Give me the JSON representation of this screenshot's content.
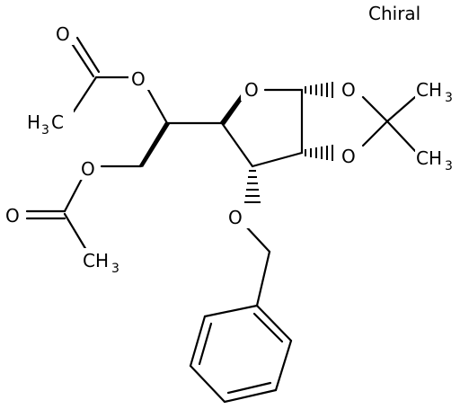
{
  "chiral_label": "Chiral",
  "atoms": {
    "o_acetyl_carbonyl_top": "O",
    "o_acetyl_ester_top": "O",
    "ch3_top": "H",
    "ch3_top_sub": "3",
    "ch3_top_c": "C",
    "o_acetyl_ester_bottom": "O",
    "o_acetyl_carbonyl_bottom": "O",
    "ch3_bottom": "CH",
    "ch3_bottom_sub": "3",
    "o_ring_furanose": "O",
    "o_dioxolane_top": "O",
    "o_dioxolane_bottom": "O",
    "ch3_isopropylidene_top": "CH",
    "ch3_isopropylidene_top_sub": "3",
    "ch3_isopropylidene_bottom": "CH",
    "ch3_isopropylidene_bottom_sub": "3",
    "o_benzyl": "O"
  }
}
